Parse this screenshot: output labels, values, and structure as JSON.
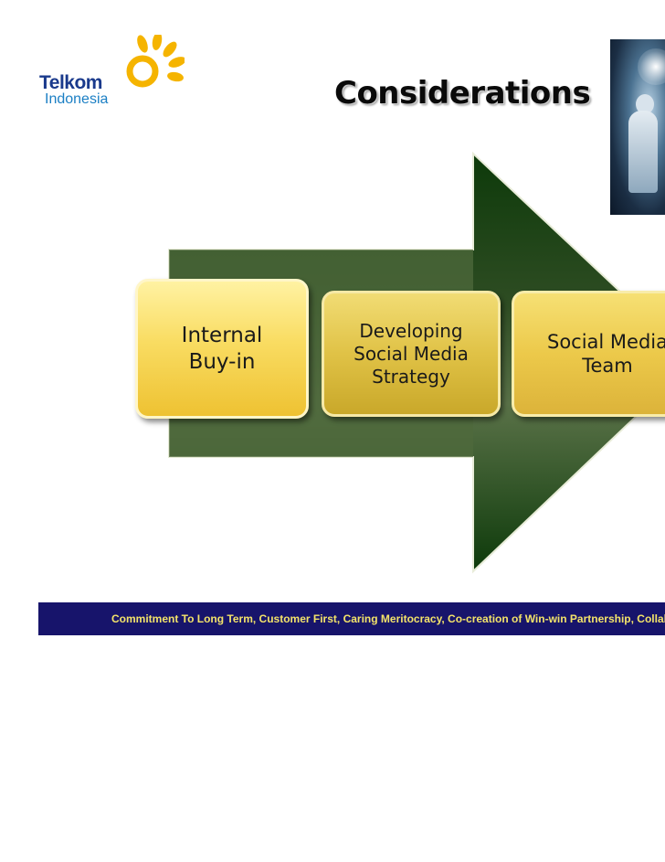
{
  "logo": {
    "line1": "Telkom",
    "line2": "Indonesia",
    "accent_color": "#f5b400",
    "brand_color": "#1a3a8c"
  },
  "title": "Considerations",
  "steps": [
    {
      "label": "Internal\nBuy-in"
    },
    {
      "label": "Developing\nSocial Media\nStrategy"
    },
    {
      "label": "Social Media\nTeam"
    }
  ],
  "banner": {
    "text": "Commitment To Long Term, Customer First, Caring Meritocracy, Co-creation of Win-win Partnership, Collabor"
  },
  "colors": {
    "arrow_dark": "#0d3a0a",
    "arrow_light": "#4f6a3c",
    "banner_bg": "#17146b",
    "banner_text": "#f4e46a"
  }
}
